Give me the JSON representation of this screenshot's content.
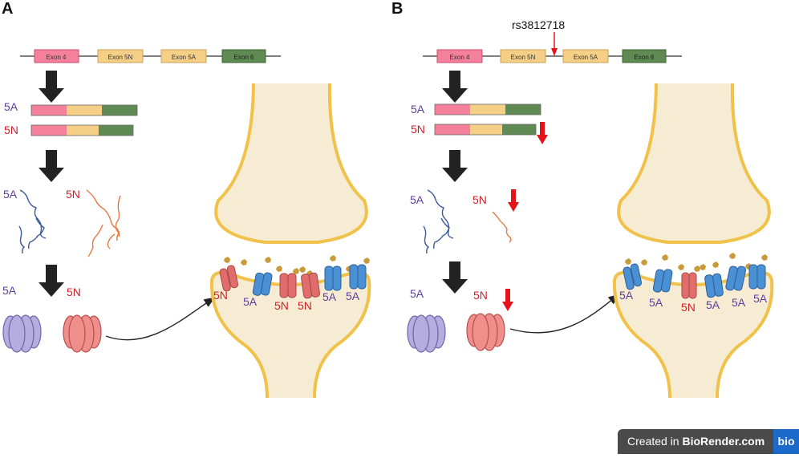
{
  "panels": {
    "a": {
      "letter": "A",
      "exons": [
        "Exon 4",
        "Exon 5N",
        "Exon 5A",
        "Exon 6"
      ],
      "mrna_labels": [
        "5A",
        "5N"
      ],
      "peptide_labels": [
        "5A",
        "5N"
      ],
      "protein_labels": [
        "5A",
        "5N"
      ],
      "channel_labels": [
        "5N",
        "5A",
        "5N",
        "5N",
        "5A",
        "5A"
      ]
    },
    "b": {
      "letter": "B",
      "snp": "rs3812718",
      "exons": [
        "Exon 4",
        "Exon 5N",
        "Exon 5A",
        "Exon 6"
      ],
      "mrna_labels": [
        "5A",
        "5N"
      ],
      "peptide_labels": [
        "5A",
        "5N"
      ],
      "protein_labels": [
        "5A",
        "5N"
      ],
      "channel_labels": [
        "5A",
        "5A",
        "5N",
        "5A",
        "5A",
        "5A"
      ]
    }
  },
  "footer": {
    "created_prefix": "Created in ",
    "brand": "BioRender.com",
    "logo": "bio"
  },
  "colors": {
    "exon4": "#f4809c",
    "exon5": "#f5cf86",
    "exon6": "#5f8a54",
    "na_5a": "#5b3e9a",
    "na_5n": "#d21f27",
    "channel_5a": "#4a90d4",
    "channel_5n": "#e06c6c",
    "membrane": "#f0c24a",
    "cell_fill": "#f6ecd4",
    "red_arrow": "#e3151b"
  }
}
